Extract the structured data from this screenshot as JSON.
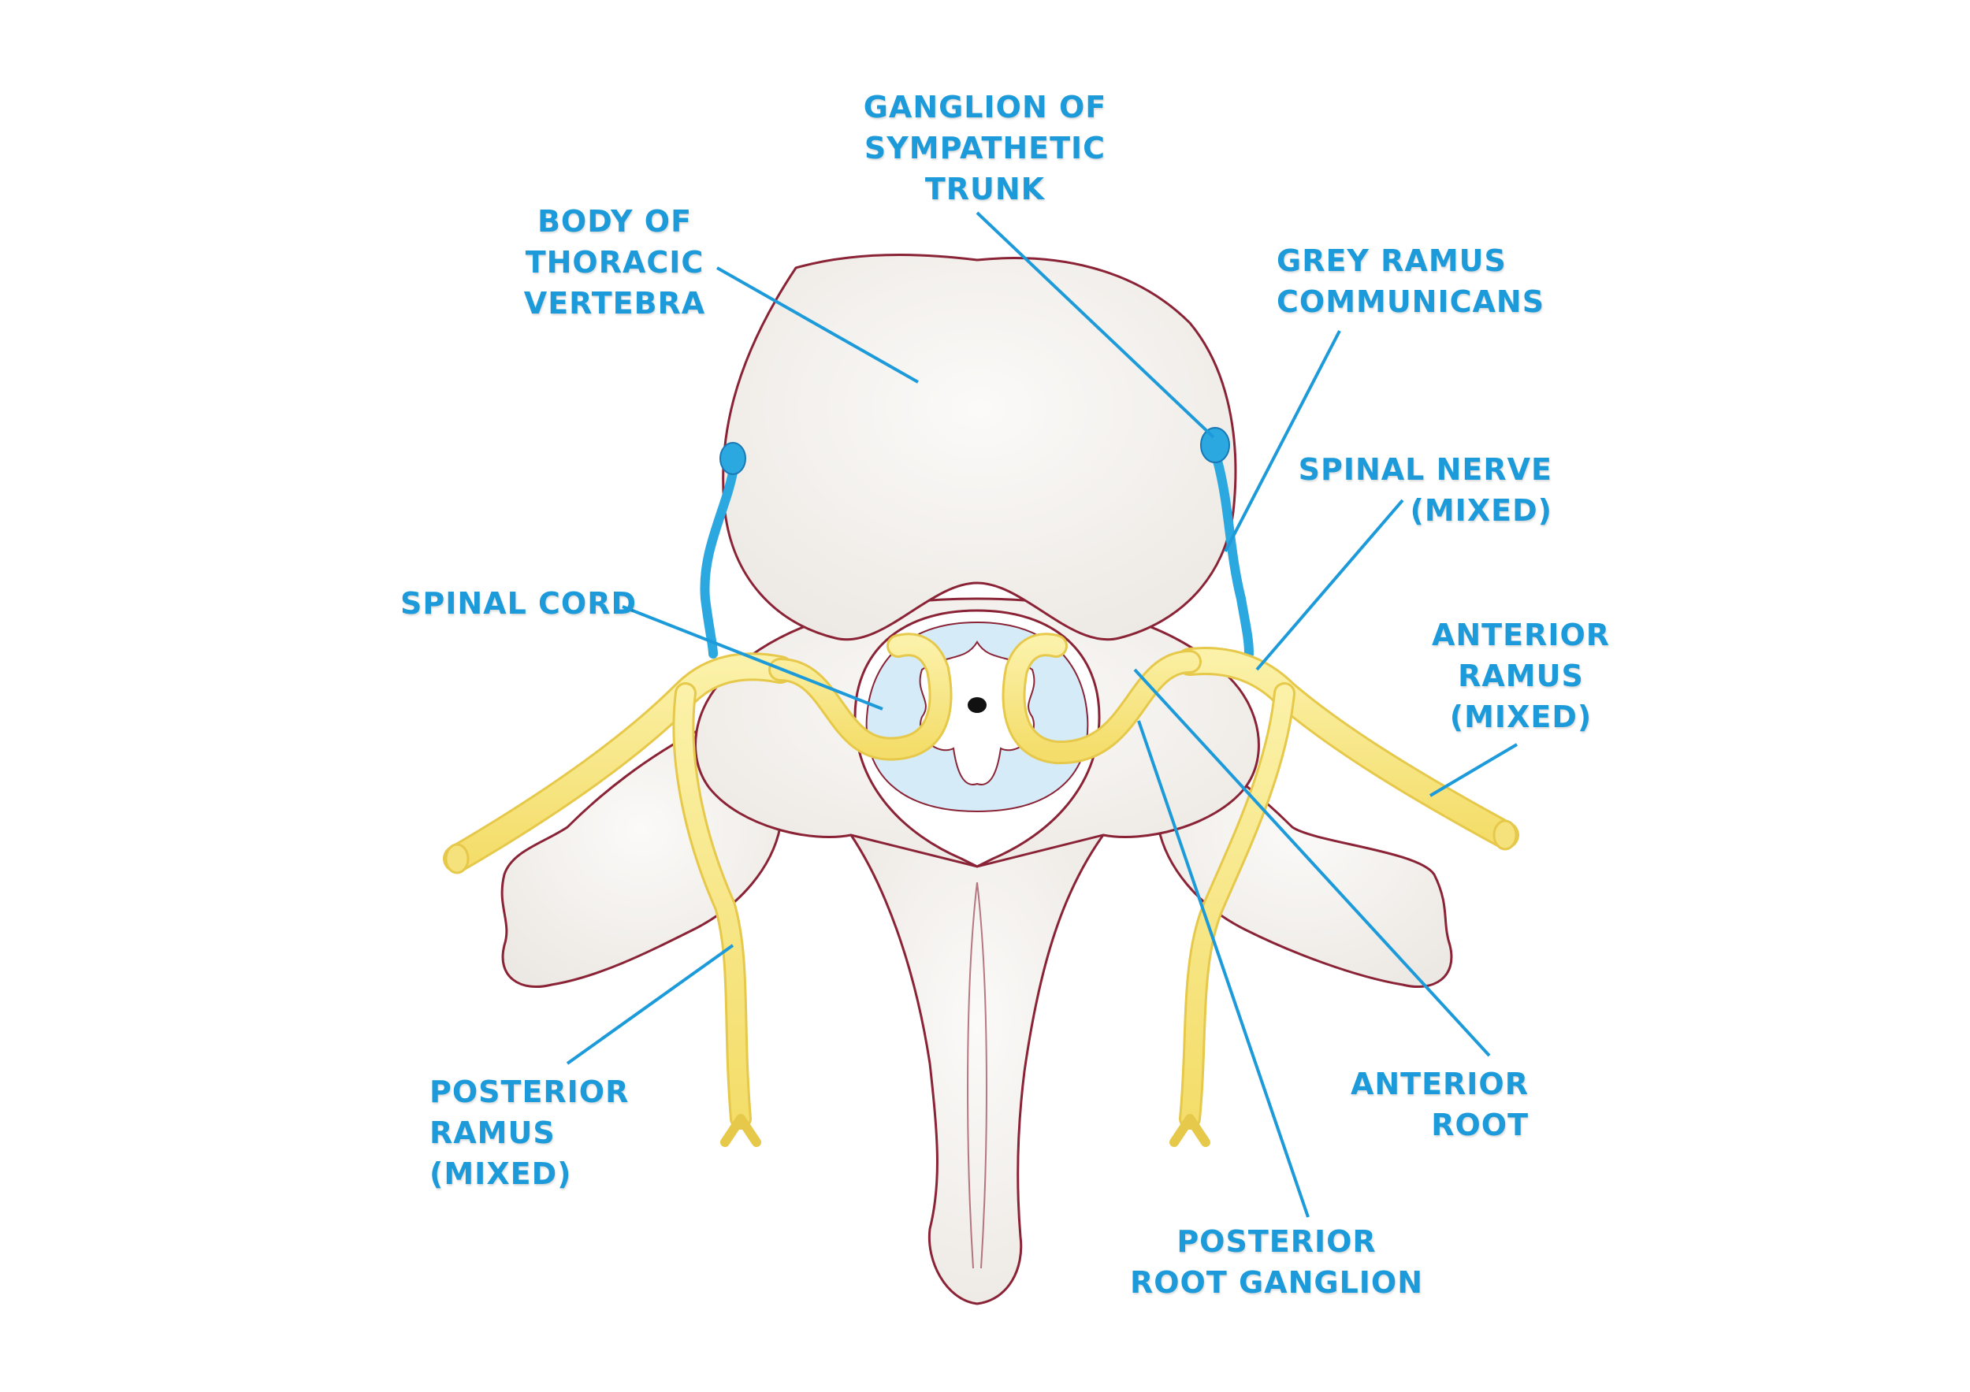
{
  "labels": {
    "ganglion_sympathetic": [
      "GANGLION OF",
      "SYMPATHETIC",
      "TRUNK"
    ],
    "body_thoracic": [
      "BODY OF",
      "THORACIC",
      "VERTEBRA"
    ],
    "grey_ramus": [
      "GREY RAMUS",
      "COMMUNICANS"
    ],
    "spinal_nerve": [
      "SPINAL NERVE",
      "(MIXED)"
    ],
    "spinal_cord": [
      "SPINAL CORD"
    ],
    "anterior_ramus": [
      "ANTERIOR",
      "RAMUS",
      "(MIXED)"
    ],
    "posterior_ramus": [
      "POSTERIOR",
      "RAMUS",
      "(MIXED)"
    ],
    "anterior_root": [
      "ANTERIOR",
      "ROOT"
    ],
    "posterior_root_ganglion": [
      "POSTERIOR",
      "ROOT GANGLION"
    ]
  },
  "colors": {
    "label": "#1c9ad9",
    "leader": "#1c9ad9",
    "bone": "#f4f1ee",
    "bone_outline": "#8a2336",
    "nerve": "#f9e98a",
    "nerve_outline": "#e6c84a",
    "cord": "#d5ebf7",
    "sympathetic": "#2ca8e0"
  }
}
